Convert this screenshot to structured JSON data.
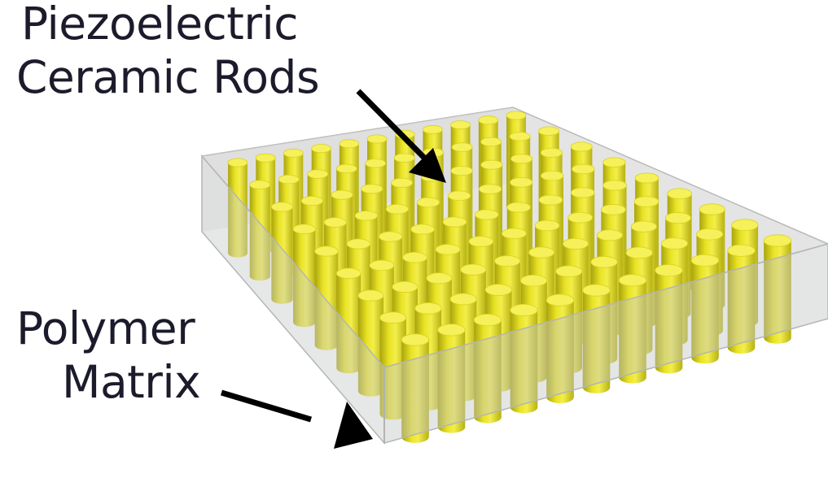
{
  "labels": {
    "rods": {
      "line1": "Piezoelectric",
      "line2": "Ceramic Rods"
    },
    "matrix": {
      "line1": "Polymer",
      "line2": "Matrix"
    }
  },
  "colors": {
    "text": "#1b1b2b",
    "rod_fill": "#e8e224",
    "rod_top": "#f6f05a",
    "matrix_fill": "#c8c9c9",
    "arrow": "#000000"
  }
}
